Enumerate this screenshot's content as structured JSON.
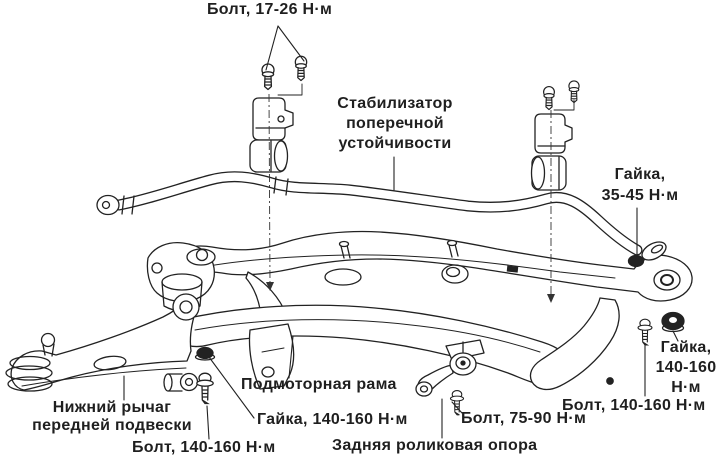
{
  "background": "#ffffff",
  "ink": "#1f1f1f",
  "callouts": {
    "clamp_bolts": {
      "label": "Болт, 17-26 Н·м"
    },
    "stabilizer": {
      "lines": [
        "Стабилизатор",
        "поперечной",
        "устойчивости"
      ]
    },
    "stabilizer_end_nut": {
      "lines": [
        "Гайка,",
        "35-45 Н·м"
      ]
    },
    "rear_mount_nut": {
      "lines": [
        "Гайка,",
        "140-160",
        "Н·м"
      ]
    },
    "rear_mount_bolt": {
      "label": "Болт, 140-160 Н·м"
    },
    "subframe": {
      "label": "Подмоторная рама"
    },
    "lower_control_arm": {
      "lines": [
        "Нижний рычаг",
        "передней подвески"
      ]
    },
    "arm_pivot_bolt": {
      "label": "Болт, 140-160 Н·м"
    },
    "arm_pivot_nut": {
      "label": "Гайка, 140-160 Н·м"
    },
    "roller_support_bolt": {
      "label": "Болт, 75-90 Н·м"
    },
    "rear_roller_support": {
      "label": "Задняя роликовая опора"
    }
  }
}
